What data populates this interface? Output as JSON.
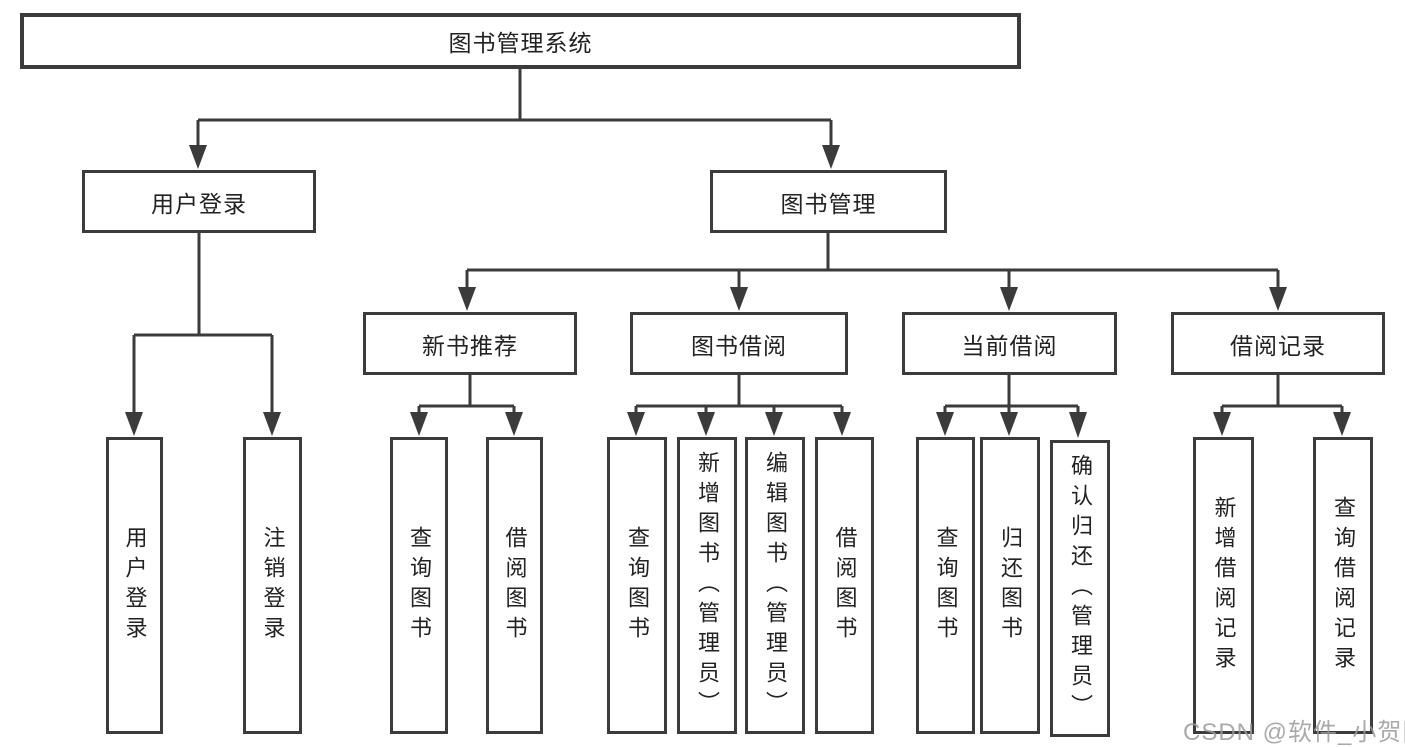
{
  "diagram": {
    "type": "hierarchy-tree",
    "line_color": "#3b3b3b",
    "text_color": "#222222",
    "background": "#ffffff",
    "nodes": {
      "root": "图书管理系统",
      "user_login": "用户登录",
      "book_mgmt": "图书管理",
      "new_book": "新书推荐",
      "book_borrow": "图书借阅",
      "current_borrow": "当前借阅",
      "borrow_record": "借阅记录",
      "ul_leaf_1": "用户登录",
      "ul_leaf_2": "注销登录",
      "nb_leaf_1": "查询图书",
      "nb_leaf_2": "借阅图书",
      "bb_leaf_1": "查询图书",
      "bb_leaf_2": "新增图书（管理员）",
      "bb_leaf_3": "编辑图书（管理员）",
      "bb_leaf_4": "借阅图书",
      "cb_leaf_1": "查询图书",
      "cb_leaf_2": "归还图书",
      "cb_leaf_3": "确认归还（管理员）",
      "br_leaf_1": "新增借阅记录",
      "br_leaf_2": "查询借阅记录"
    },
    "hierarchy": {
      "图书管理系统": {
        "用户登录": [
          "用户登录",
          "注销登录"
        ],
        "图书管理": {
          "新书推荐": [
            "查询图书",
            "借阅图书"
          ],
          "图书借阅": [
            "查询图书",
            "新增图书（管理员）",
            "编辑图书（管理员）",
            "借阅图书"
          ],
          "当前借阅": [
            "查询图书",
            "归还图书",
            "确认归还（管理员）"
          ],
          "借阅记录": [
            "新增借阅记录",
            "查询借阅记录"
          ]
        }
      }
    },
    "watermark": "CSDN @软件_小贺同学"
  }
}
